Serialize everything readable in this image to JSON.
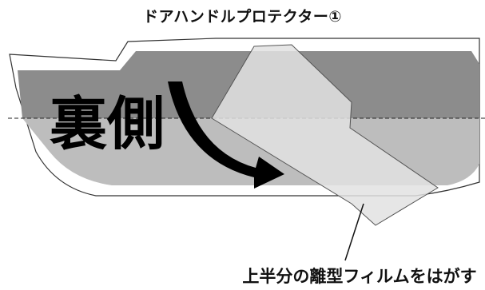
{
  "title": "ドアハンドルプロテクター①",
  "back_side_label": "裏側",
  "caption": "上半分の離型フィルムをはがす",
  "colors": {
    "protector_upper": "#8c8c8c",
    "protector_lower": "#bdbdbd",
    "film": "#e2e2e2",
    "outline": "#333333",
    "arrow": "#000000"
  }
}
